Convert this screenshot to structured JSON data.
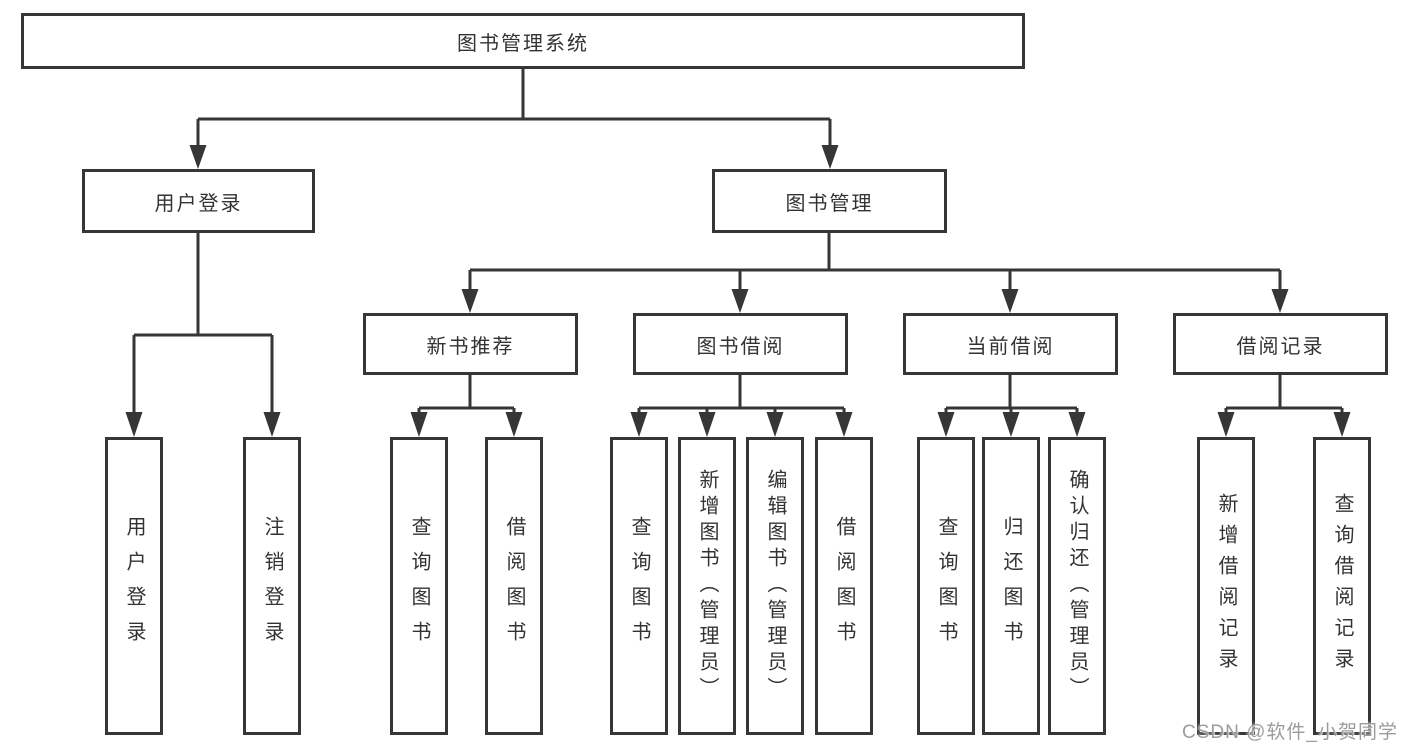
{
  "diagram_title": "图书管理系统",
  "tree": {
    "label": "图书管理系统",
    "children": [
      {
        "label": "用户登录",
        "children": [
          {
            "label": "用户登录"
          },
          {
            "label": "注销登录"
          }
        ]
      },
      {
        "label": "图书管理",
        "children": [
          {
            "label": "新书推荐",
            "children": [
              {
                "label": "查询图书"
              },
              {
                "label": "借阅图书"
              }
            ]
          },
          {
            "label": "图书借阅",
            "children": [
              {
                "label": "查询图书"
              },
              {
                "label": "新增图书（管理员）"
              },
              {
                "label": "编辑图书（管理员）"
              },
              {
                "label": "借阅图书"
              }
            ]
          },
          {
            "label": "当前借阅",
            "children": [
              {
                "label": "查询图书"
              },
              {
                "label": "归还图书"
              },
              {
                "label": "确认归还（管理员）"
              }
            ]
          },
          {
            "label": "借阅记录",
            "children": [
              {
                "label": "新增借阅记录"
              },
              {
                "label": "查询借阅记录"
              }
            ]
          }
        ]
      }
    ]
  },
  "watermark": {
    "text": "CSDN @软件_小贺同学"
  },
  "colors": {
    "line": "#363636",
    "box_border": "#363636",
    "box_fill": "#ffffff",
    "text": "#333333",
    "watermark": "#9c9c9c",
    "background": "#ffffff"
  }
}
